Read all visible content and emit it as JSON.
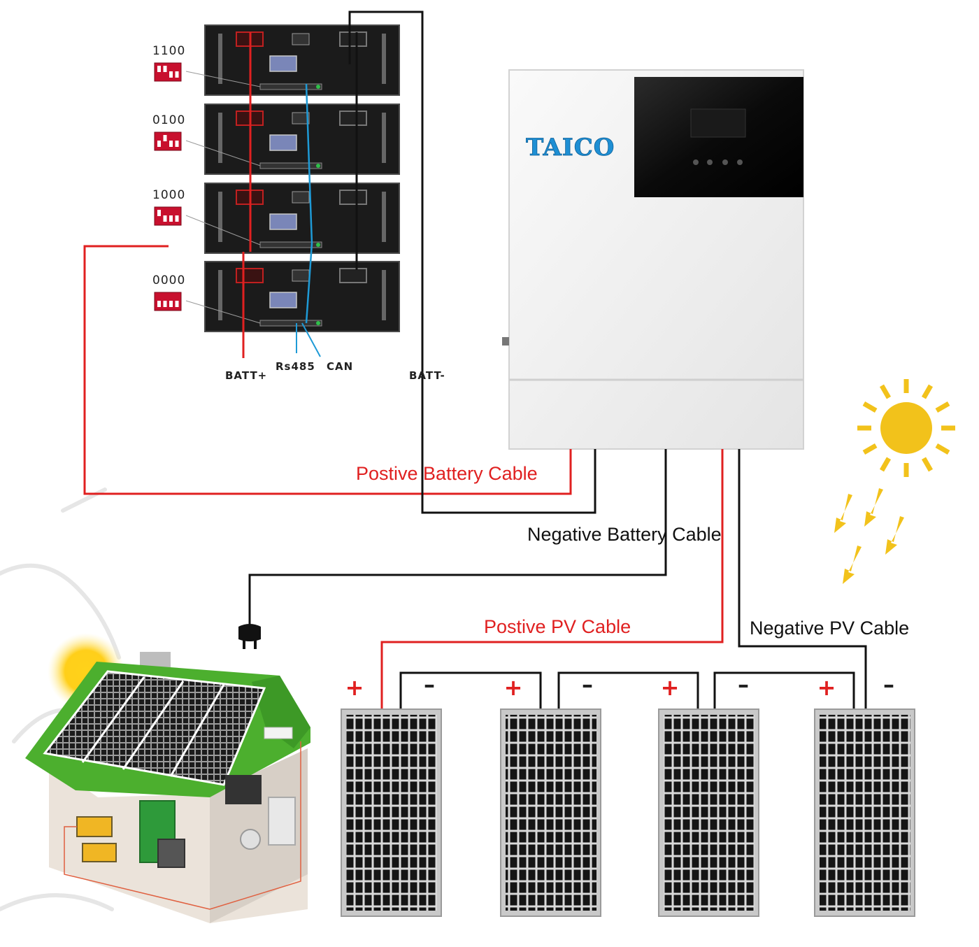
{
  "battery_stack": {
    "modules": [
      {
        "dip": "1100"
      },
      {
        "dip": "0100"
      },
      {
        "dip": "1000"
      },
      {
        "dip": "0000"
      }
    ],
    "ports": {
      "batt_plus": "BATT+",
      "rs485": "Rs485",
      "can": "CAN",
      "batt_minus": "BATT-"
    }
  },
  "inverter": {
    "brand": "TAICO"
  },
  "cables": {
    "positive_battery": "Postive Battery Cable",
    "negative_battery": "Negative Battery Cable",
    "positive_pv": "Postive PV Cable",
    "negative_pv": "Negative PV Cable"
  },
  "pv_array": {
    "terminals": [
      "+",
      "–",
      "+",
      "–",
      "+",
      "–",
      "+",
      "–"
    ]
  },
  "colors": {
    "positive": "#e02020",
    "negative": "#111111",
    "comm": "#1e9ad6",
    "sun": "#f2c21b",
    "roof": "#4caf2e",
    "inverter_body": "#efefef"
  }
}
